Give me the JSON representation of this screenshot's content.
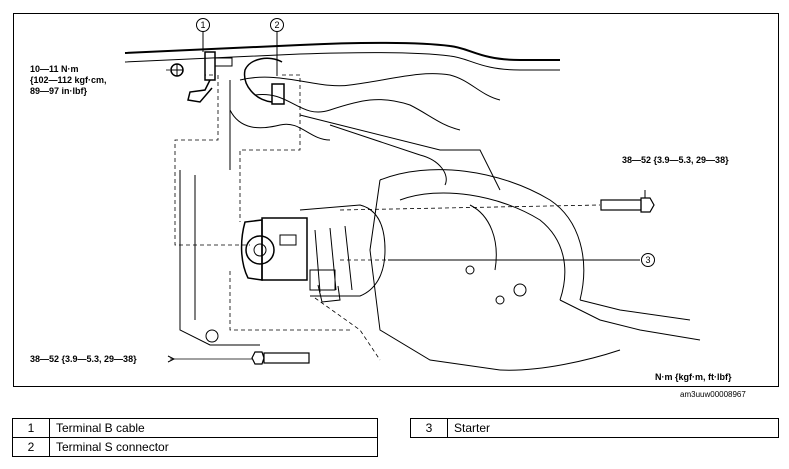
{
  "figure": {
    "torque_top": [
      "10—11 N·m",
      "{102—112 kgf·cm,",
      "89—97 in·lbf}"
    ],
    "torque_right": "38—52 {3.9—5.3, 29—38}",
    "torque_bottom": "38—52 {3.9—5.3, 29—38}",
    "units": "N·m {kgf·m, ft·lbf}",
    "figure_id": "am3uuw00008967",
    "callouts": [
      "1",
      "2",
      "3"
    ]
  },
  "legend": {
    "left": [
      {
        "num": "1",
        "label": "Terminal B cable"
      },
      {
        "num": "2",
        "label": "Terminal S connector"
      }
    ],
    "right": [
      {
        "num": "3",
        "label": "Starter"
      }
    ]
  }
}
